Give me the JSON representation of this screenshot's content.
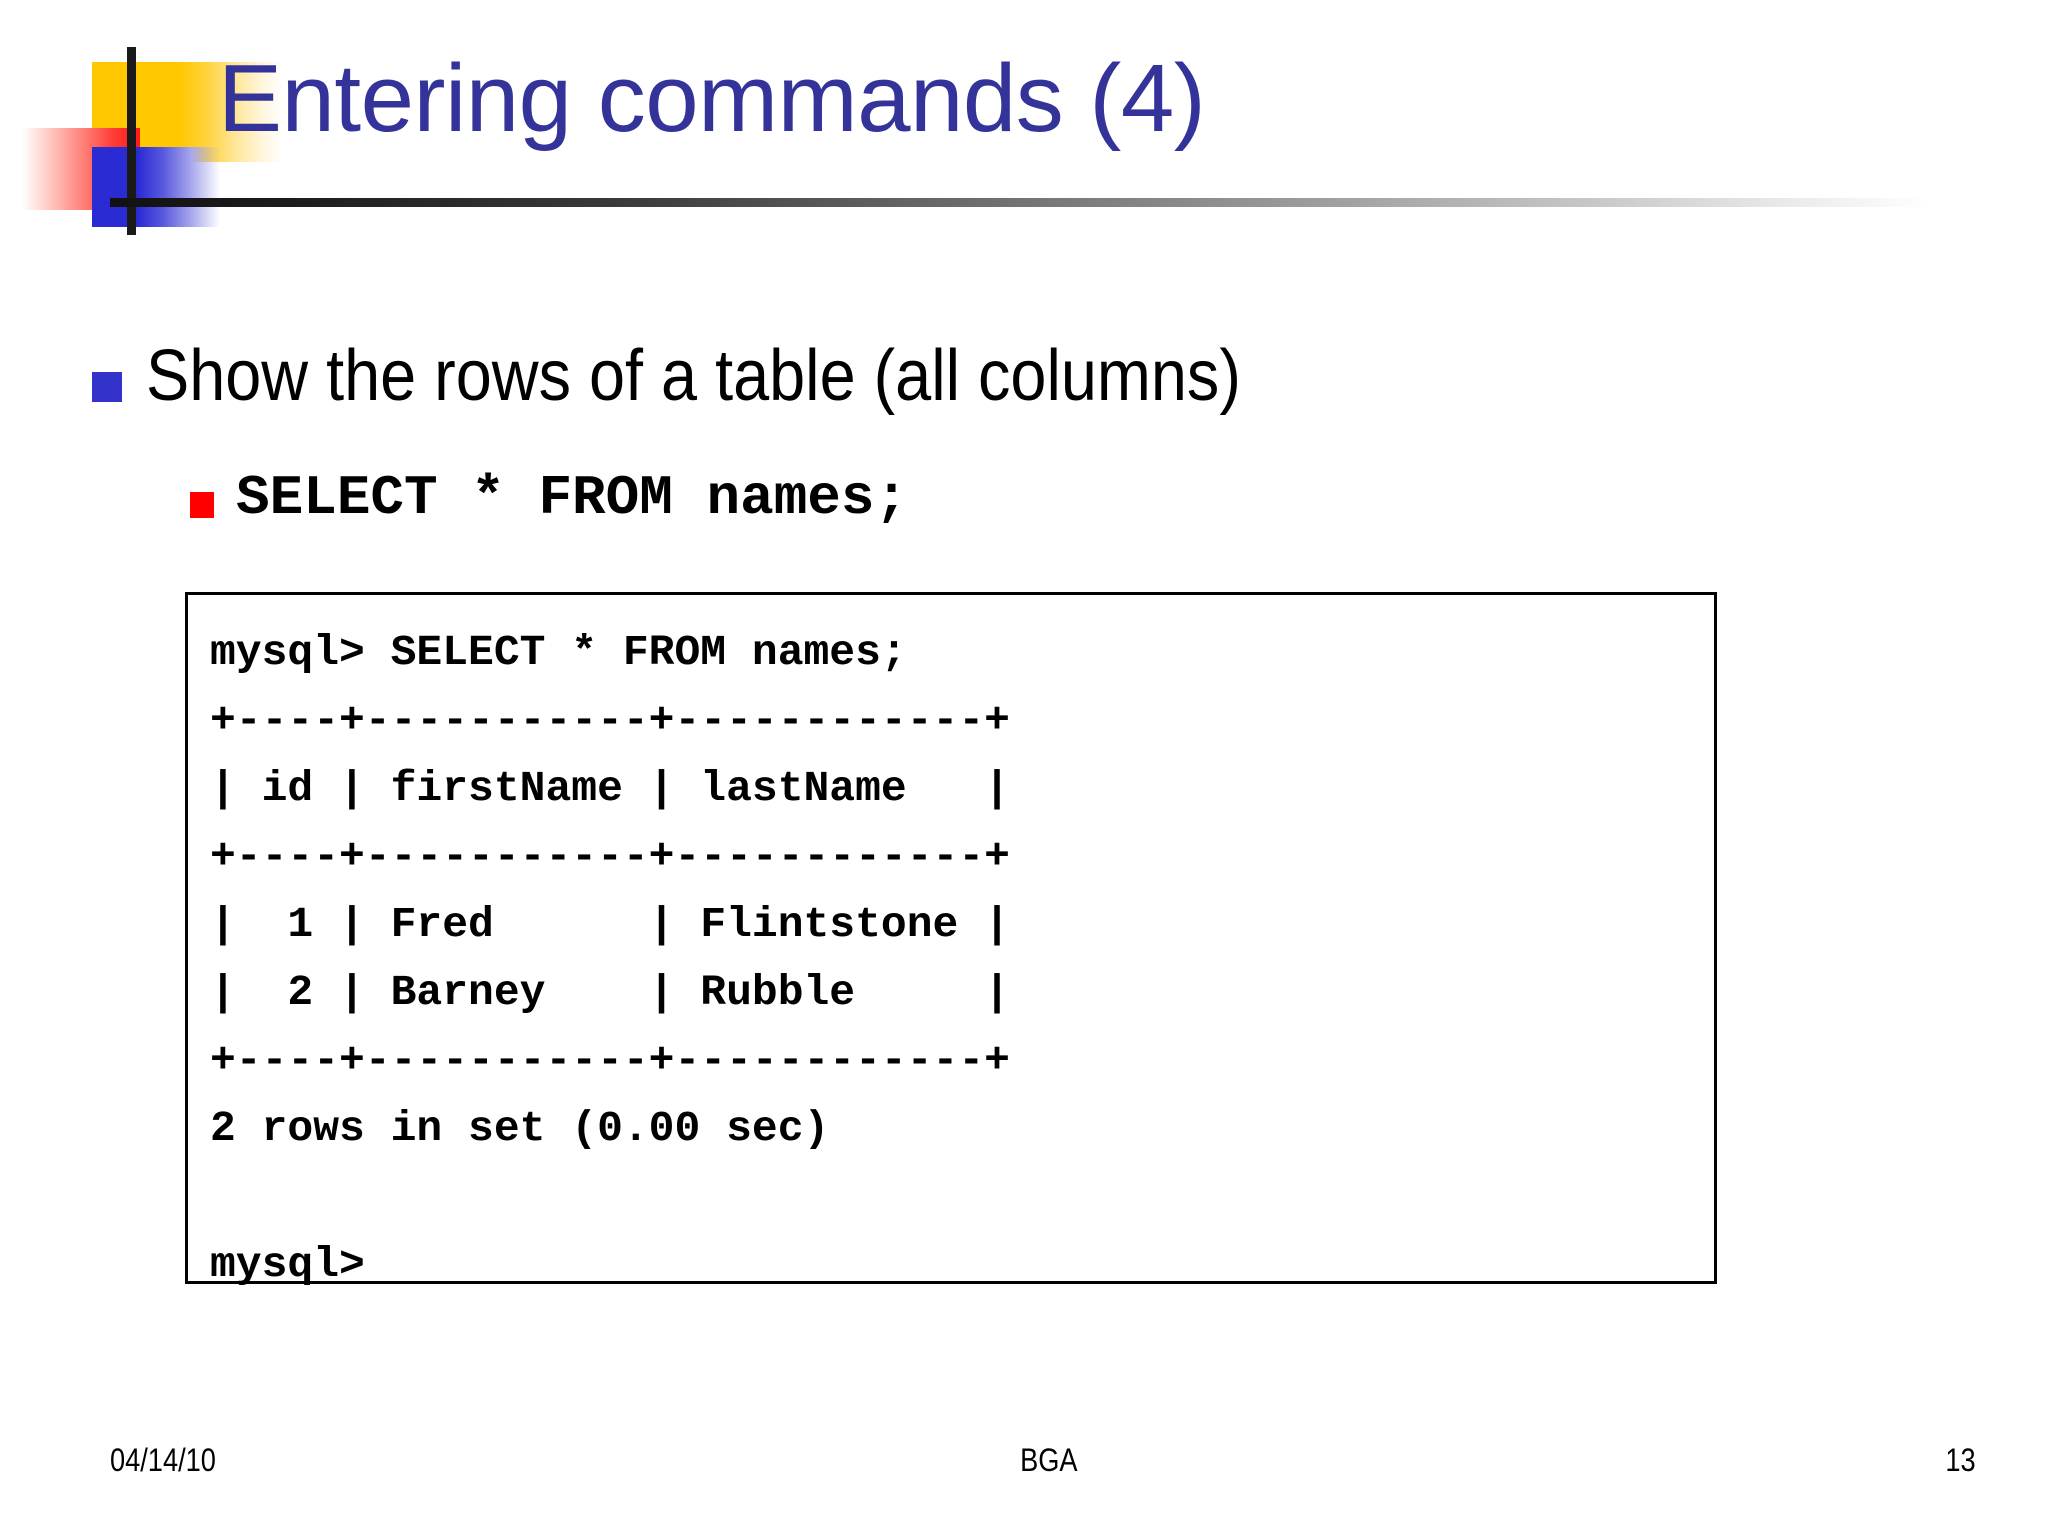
{
  "slide": {
    "title": "Entering commands (4)",
    "title_color": "#333399",
    "background_color": "#ffffff"
  },
  "logo": {
    "yellow_color": "#FFC800",
    "red_color": "#FF1A1A",
    "blue_color": "#2B2BD4",
    "bar_color": "#1A1A1A"
  },
  "body": {
    "bullets": [
      {
        "level": 1,
        "marker_color": "#3333CC",
        "text": "Show the rows of a table (all columns)"
      },
      {
        "level": 2,
        "marker_color": "#FF0000",
        "text": "SELECT * FROM names;"
      }
    ]
  },
  "terminal": {
    "border_color": "#000000",
    "prompt": "mysql>",
    "command": "SELECT * FROM names;",
    "result_columns": [
      "id",
      "firstName",
      "lastName"
    ],
    "result_rows": [
      [
        "1",
        "Fred",
        "Flintstone"
      ],
      [
        "2",
        "Barney",
        "Rubble"
      ]
    ],
    "status_line": "2 rows in set (0.00 sec)",
    "content": "mysql> SELECT * FROM names;\n+----+-----------+------------+\n| id | firstName | lastName   |\n+----+-----------+------------+\n|  1 | Fred      | Flintstone |\n|  2 | Barney    | Rubble     |\n+----+-----------+------------+\n2 rows in set (0.00 sec)\n\nmysql>"
  },
  "footer": {
    "date": "04/14/10",
    "center": "BGA",
    "page_number": "13"
  }
}
